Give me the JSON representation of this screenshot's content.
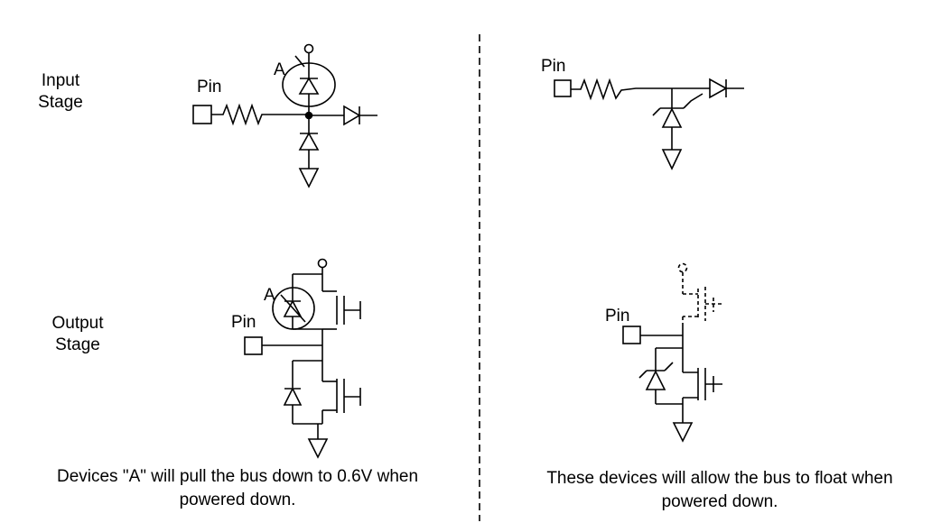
{
  "labels": {
    "input_stage": [
      "Input",
      "Stage"
    ],
    "output_stage": [
      "Output",
      "Stage"
    ],
    "pin": "Pin",
    "device_a": "A"
  },
  "captions": {
    "left": [
      "Devices \"A\" will pull the bus down to 0.6V when",
      "powered down."
    ],
    "right": [
      "These devices will allow the bus to float when",
      "powered down."
    ]
  }
}
